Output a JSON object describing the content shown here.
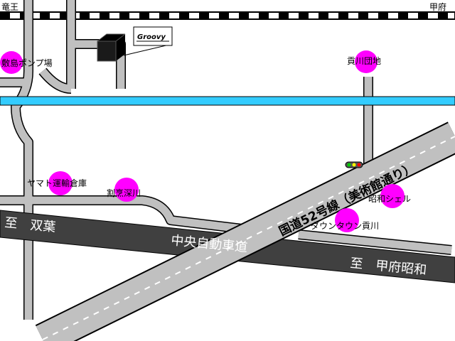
{
  "labels": {
    "ryuo": "竜王",
    "kofu": "甲府",
    "shikishima_pump": "敷島ポンプ場",
    "kagawa_danchi": "貢川団地",
    "yamato_unyu": "ヤマト運輸倉庫",
    "kappo_fukagawa": "割烹深川",
    "showa_shell": "昭和シェル",
    "downtown_kagawa": "ダウンタウン貢川"
  },
  "roads": {
    "national_52": "国道52号線（美術館通り）",
    "to_futaba": "至　双葉",
    "chuo_expressway": "中央自動車道",
    "to_kofu_showa": "至　甲府昭和"
  },
  "destination": {
    "logo": "Groovy"
  },
  "colors": {
    "road_gray": "#c0c0c0",
    "highway_dark": "#404040",
    "river_cyan": "#33ccff",
    "poi_magenta": "#ff00ff",
    "rail_black": "#000000"
  }
}
